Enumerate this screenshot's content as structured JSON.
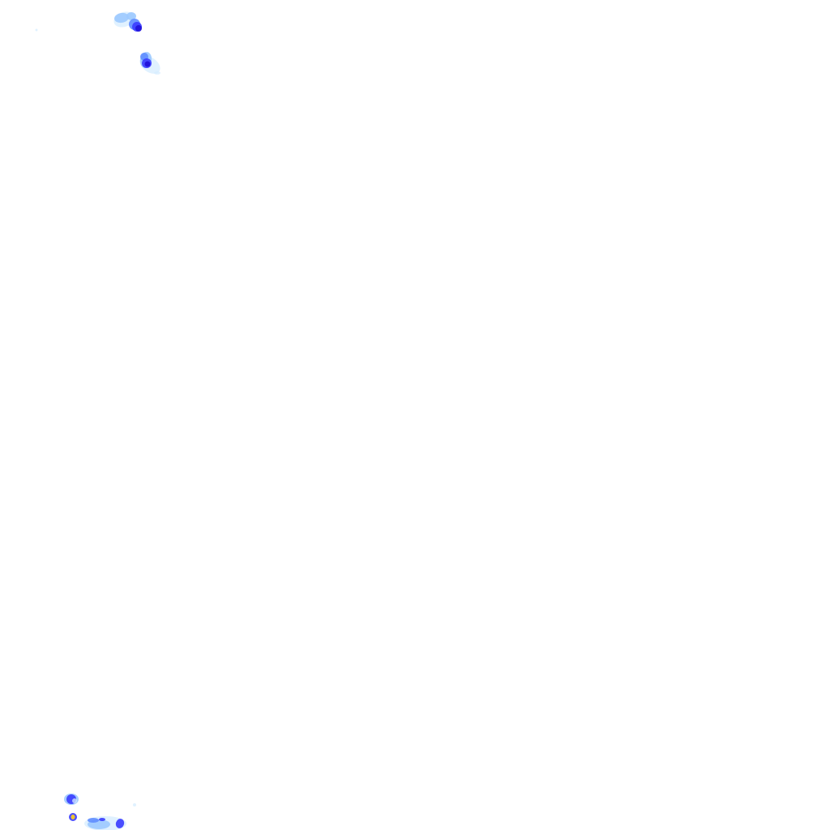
{
  "map": {
    "kind": "precipitation radar overlay tile",
    "background": "#ffffff",
    "intensity_palette": {
      "very_light": "#d6ecff",
      "light": "#9cc9ff",
      "moderate_light": "#5f8dff",
      "moderate": "#3a3cff",
      "heavy": "#1f10d8",
      "very_heavy": "#ffd21a"
    },
    "echoes": [
      {
        "name": "echo-cluster-north-1",
        "peak_level": "heavy"
      },
      {
        "name": "echo-cluster-north-2",
        "peak_level": "heavy"
      },
      {
        "name": "echo-cluster-south-1",
        "peak_level": "very_heavy"
      },
      {
        "name": "echo-cluster-south-2",
        "peak_level": "moderate"
      }
    ]
  }
}
